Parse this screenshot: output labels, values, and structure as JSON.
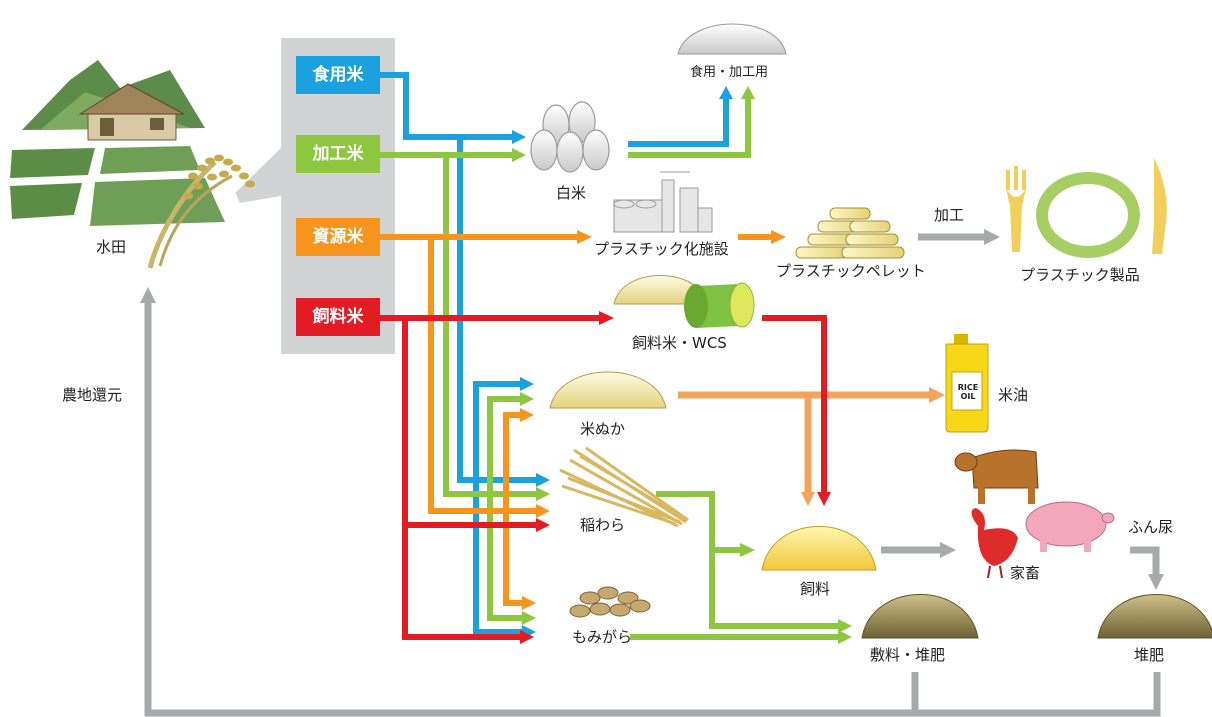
{
  "rice_types": {
    "food_rice": "食用米",
    "processing_rice": "加工米",
    "resource_rice": "資源米",
    "feed_rice": "飼料米"
  },
  "labels": {
    "paddy": "水田",
    "food_processing_use": "食用・加工用",
    "white_rice": "白米",
    "plastic_facility": "プラスチック化施設",
    "plastic_pellet": "プラスチックペレット",
    "processing": "加工",
    "plastic_products": "プラスチック製品",
    "feed_rice_wcs": "飼料米・WCS",
    "rice_bran": "米ぬか",
    "rice_oil": "米油",
    "rice_straw": "稲わら",
    "rice_husk": "もみがら",
    "feed": "飼料",
    "livestock": "家畜",
    "manure_urine": "ふん尿",
    "bedding_compost": "敷料・堆肥",
    "compost": "堆肥",
    "farmland_return": "農地還元",
    "oil_can_label": "RICE OIL"
  },
  "colors": {
    "food_rice": "#1aa1de",
    "processing_rice": "#8dc63f",
    "resource_rice": "#f7941d",
    "feed_rice": "#e31b23",
    "return_gray": "#a7a9ac"
  }
}
